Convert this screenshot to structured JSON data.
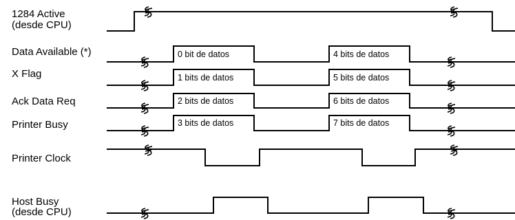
{
  "diagram": {
    "signals": [
      {
        "id": "active",
        "label_lines": [
          "1284 Active",
          "(desde CPU)"
        ]
      },
      {
        "id": "avail",
        "label_lines": [
          "Data Available (*)"
        ]
      },
      {
        "id": "xflag",
        "label_lines": [
          "X Flag"
        ]
      },
      {
        "id": "ack",
        "label_lines": [
          "Ack Data Req"
        ]
      },
      {
        "id": "busy",
        "label_lines": [
          "Printer Busy"
        ]
      },
      {
        "id": "clock",
        "label_lines": [
          "Printer Clock"
        ]
      },
      {
        "id": "host",
        "label_lines": [
          "Host Busy",
          "(desde CPU)"
        ]
      }
    ],
    "data_bits": {
      "avail": [
        "0 bit de datos",
        "4 bits de datos"
      ],
      "xflag": [
        "1 bits de datos",
        "5 bits de datos"
      ],
      "ack": [
        "2 bits de datos",
        "6 bits de datos"
      ],
      "busy": [
        "3 bits de datos",
        "7 bits de datos"
      ]
    }
  }
}
